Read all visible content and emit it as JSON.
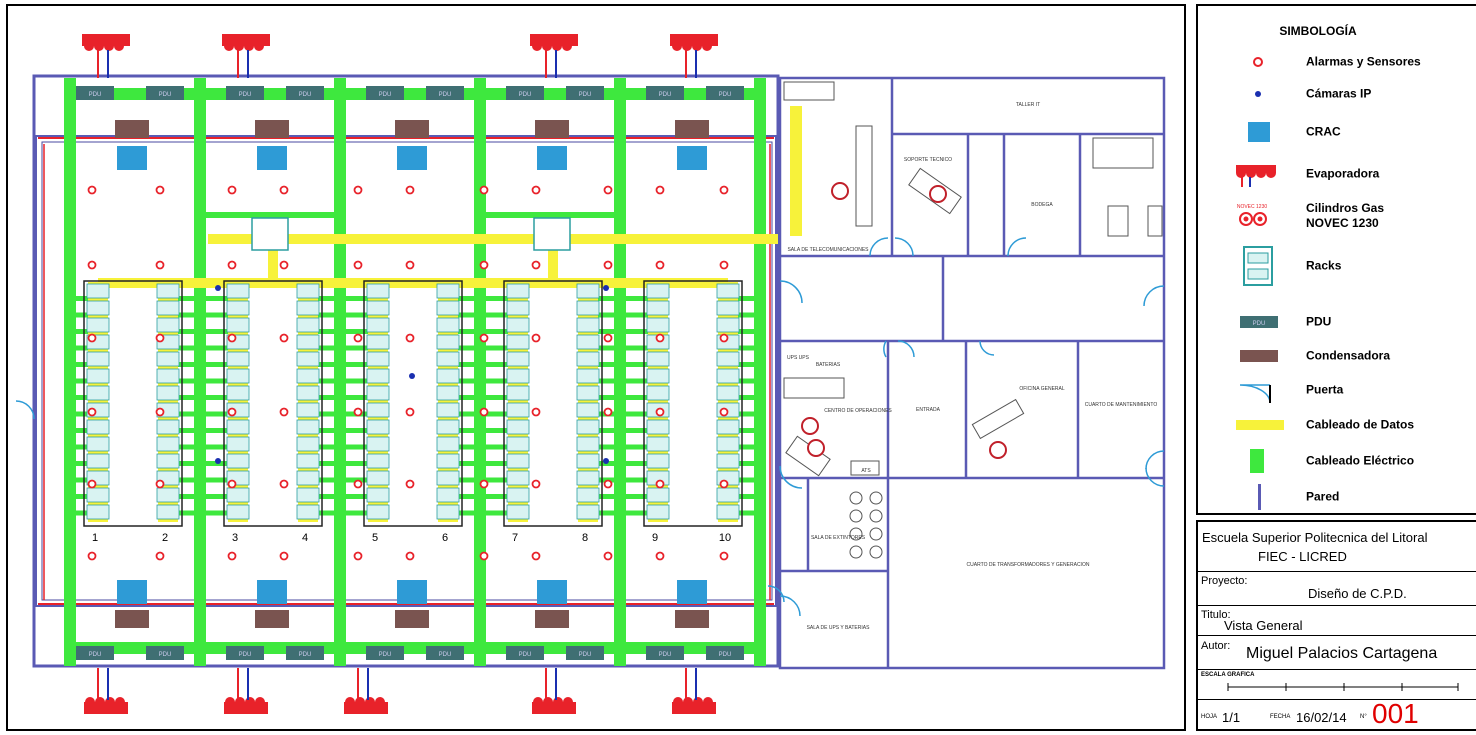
{
  "legend": {
    "title": "SIMBOLOGÍA",
    "items": [
      {
        "icon": "alarm-sensor-icon",
        "label": "Alarmas y Sensores"
      },
      {
        "icon": "ip-camera-icon",
        "label": "Cámaras IP"
      },
      {
        "icon": "crac-icon",
        "label": "CRAC"
      },
      {
        "icon": "evaporator-icon",
        "label": "Evaporadora"
      },
      {
        "icon": "gas-cylinder-icon",
        "label": "Cilindros Gas\nNOVEC 1230",
        "symbol_text": "NOVEC 1230"
      },
      {
        "icon": "rack-icon",
        "label": "Racks"
      },
      {
        "icon": "pdu-icon",
        "label": "PDU",
        "symbol_text": "PDU"
      },
      {
        "icon": "condenser-icon",
        "label": "Condensadora"
      },
      {
        "icon": "door-icon",
        "label": "Puerta"
      },
      {
        "icon": "data-cabling-icon",
        "label": "Cableado de Datos"
      },
      {
        "icon": "electric-cabling-icon",
        "label": "Cableado Eléctrico"
      },
      {
        "icon": "wall-icon",
        "label": "Pared"
      }
    ]
  },
  "title_block": {
    "school": "Escuela Superior Politecnica del Litoral",
    "dept": "FIEC  -  LICRED",
    "project_label": "Proyecto:",
    "project": "Diseño de C.P.D.",
    "title_label": "Titulo:",
    "title": "Vista General",
    "author_label": "Autor:",
    "author": "Miguel Palacios Cartagena",
    "scale_label": "ESCALA GRAFICA",
    "sheet_label": "HOJA",
    "sheet": "1/1",
    "date_label": "FECHA",
    "date": "16/02/14",
    "number_label": "N°",
    "number": "001"
  },
  "plan": {
    "pdu_label": "PDU",
    "rack_numbers": [
      "1",
      "2",
      "3",
      "4",
      "5",
      "6",
      "7",
      "8",
      "9",
      "10"
    ],
    "rooms": {
      "telecom": "SALA DE TELECOMUNICACIONES",
      "taller": "TALLER  IT",
      "soporte": "SOPORTE TECNICO",
      "bodega": "BODEGA",
      "ups_top": "UPS UPS",
      "baterias_top": "BATERIAS",
      "operaciones": "CENTRO DE OPERACIONES",
      "entrada": "ENTRADA",
      "oficina": "OFICINA GENERAL",
      "cuarto_mant": "CUARTO DE MANTENIMIENTO",
      "extintores": "SALA DE EXTINTORES",
      "generacion": "CUARTO DE TRANSFORMADORES Y GENERACION",
      "ups_bat": "SALA DE UPS Y BATERIAS",
      "ats": "ATS"
    }
  },
  "colors": {
    "wall": "#5a5ab4",
    "electric": "#3ee83e",
    "data": "#f7f23a",
    "crac": "#2e9bd6",
    "pdu": "#3f6f73",
    "condenser": "#7a5450",
    "alarm": "#e8222a",
    "camera": "#1a2fb0"
  }
}
